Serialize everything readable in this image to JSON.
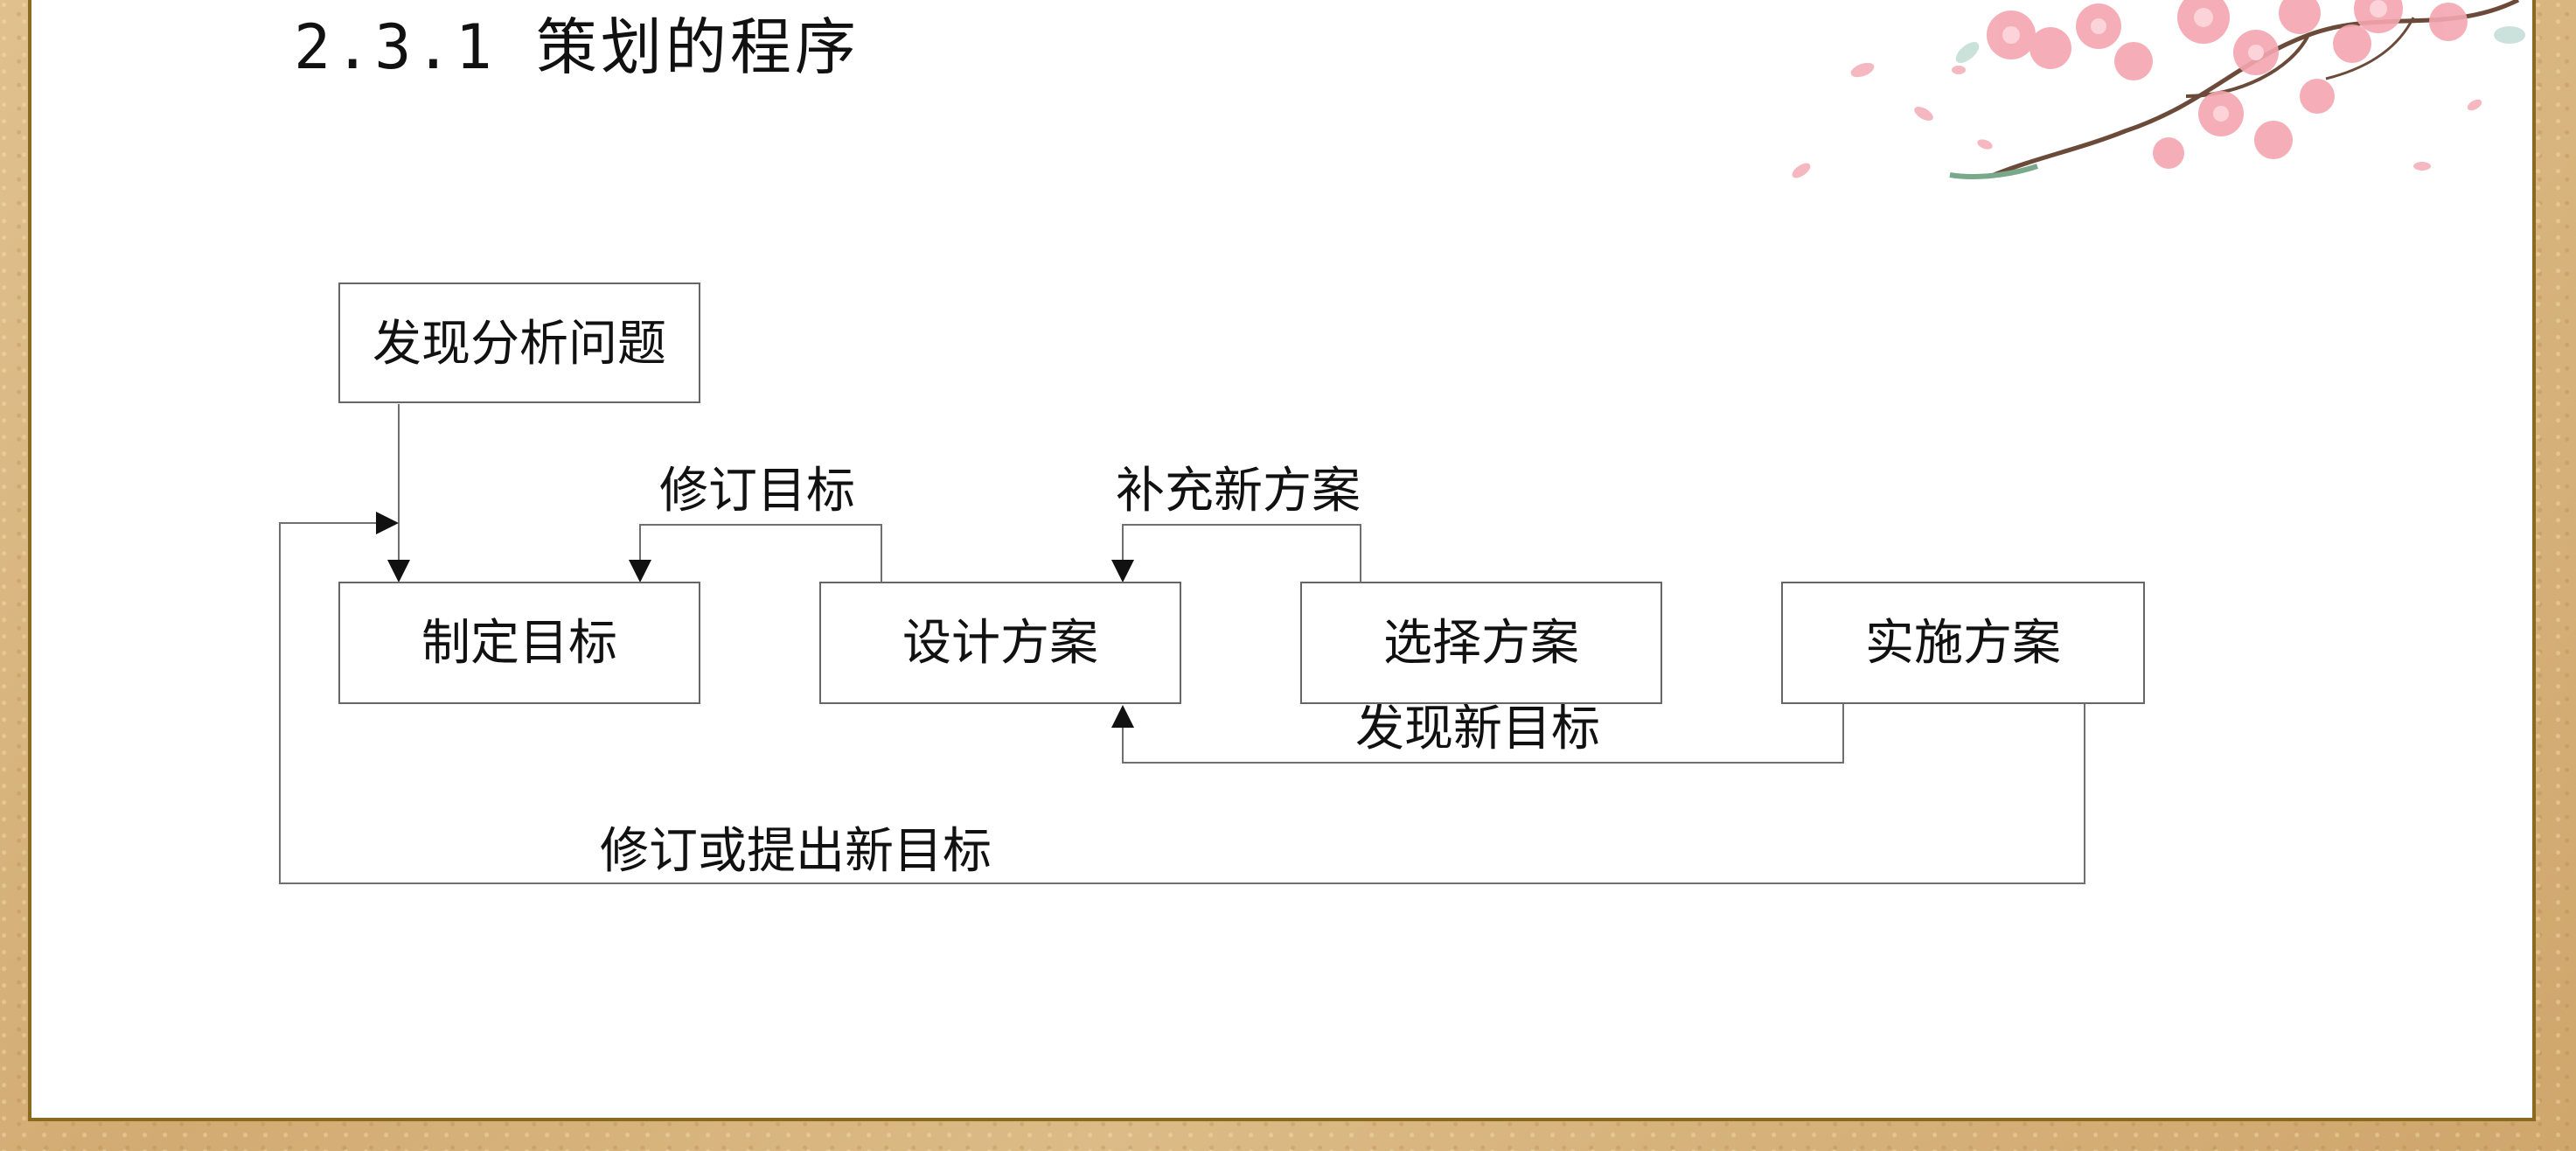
{
  "slide": {
    "title": "2.3.1 策划的程序"
  },
  "diagram": {
    "nodes": [
      {
        "id": "discover",
        "label": "发现分析问题"
      },
      {
        "id": "set-goal",
        "label": "制定目标"
      },
      {
        "id": "design",
        "label": "设计方案"
      },
      {
        "id": "choose",
        "label": "选择方案"
      },
      {
        "id": "implement",
        "label": "实施方案"
      }
    ],
    "edges": [
      {
        "from": "discover",
        "to": "set-goal",
        "label": ""
      },
      {
        "from": "design",
        "to": "set-goal",
        "label": "修订目标"
      },
      {
        "from": "choose",
        "to": "design",
        "label": "补充新方案"
      },
      {
        "from": "implement",
        "to": "design",
        "label": "发现新目标"
      },
      {
        "from": "implement",
        "to": "set-goal",
        "label": "修订或提出新目标"
      }
    ]
  },
  "colors": {
    "frame": "#d8b57e",
    "border": "#8a6a1e",
    "line": "#707070",
    "blossom": "#f4a6b0"
  },
  "decoration": {
    "icon": "plum-blossom-branch"
  }
}
